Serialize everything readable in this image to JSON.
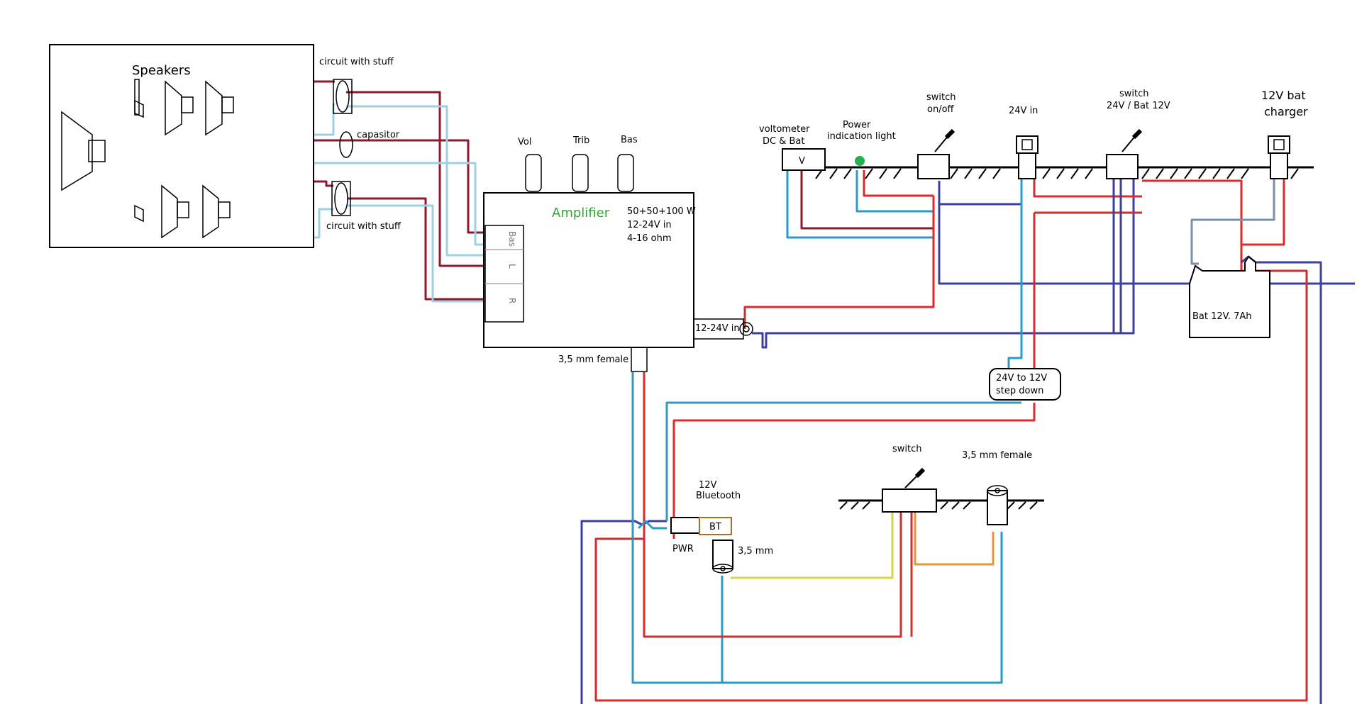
{
  "speakers": {
    "label": "Speakers"
  },
  "circuits": {
    "top_label": "circuit with stuff",
    "bottom_label": "circuit with stuff"
  },
  "capacitor": {
    "label": "capasitor"
  },
  "knobs": [
    "Vol",
    "Trib",
    "Bas"
  ],
  "amplifier": {
    "title": "Amplifier",
    "spec_power": "50+50+100 W",
    "spec_voltage": "12-24V in",
    "spec_impedance": "4-16 ohm",
    "ports": [
      "Bas",
      "L",
      "R"
    ],
    "power_input_label": "12-24V in",
    "aux_label": "3,5 mm female"
  },
  "voltmeter": {
    "label_line1": "voltometer",
    "label_line2": "DC & Bat",
    "symbol": "V"
  },
  "power_light": {
    "label_line1": "Power",
    "label_line2": "indication light"
  },
  "switch_onoff": {
    "label_line1": "switch",
    "label_line2": "on/off"
  },
  "input_24v": {
    "label": "24V in"
  },
  "switch_source": {
    "label_line1": "switch",
    "label_line2": "24V / Bat 12V"
  },
  "charger": {
    "label_line1": "12V bat",
    "label_line2": "charger"
  },
  "battery": {
    "label": "Bat 12V. 7Ah"
  },
  "stepdown": {
    "label_line1": "24V to 12V",
    "label_line2": "step down"
  },
  "bluetooth": {
    "label_line1": "12V",
    "label_line2": "Bluetooth",
    "module_label": "BT",
    "pwr_label": "PWR",
    "jack_label": "3,5 mm"
  },
  "switch_bottom": {
    "label": "switch"
  },
  "female_jack_bottom": {
    "label": "3,5 mm female"
  },
  "colors": {
    "maroon": "#8b1a2b",
    "light_blue": "#9ed0e0",
    "red": "#d92b2b",
    "navy": "#3b3f9a",
    "teal": "#2a9bc4",
    "amplifier_title": "#33a532",
    "power_light": "#22b14c"
  }
}
